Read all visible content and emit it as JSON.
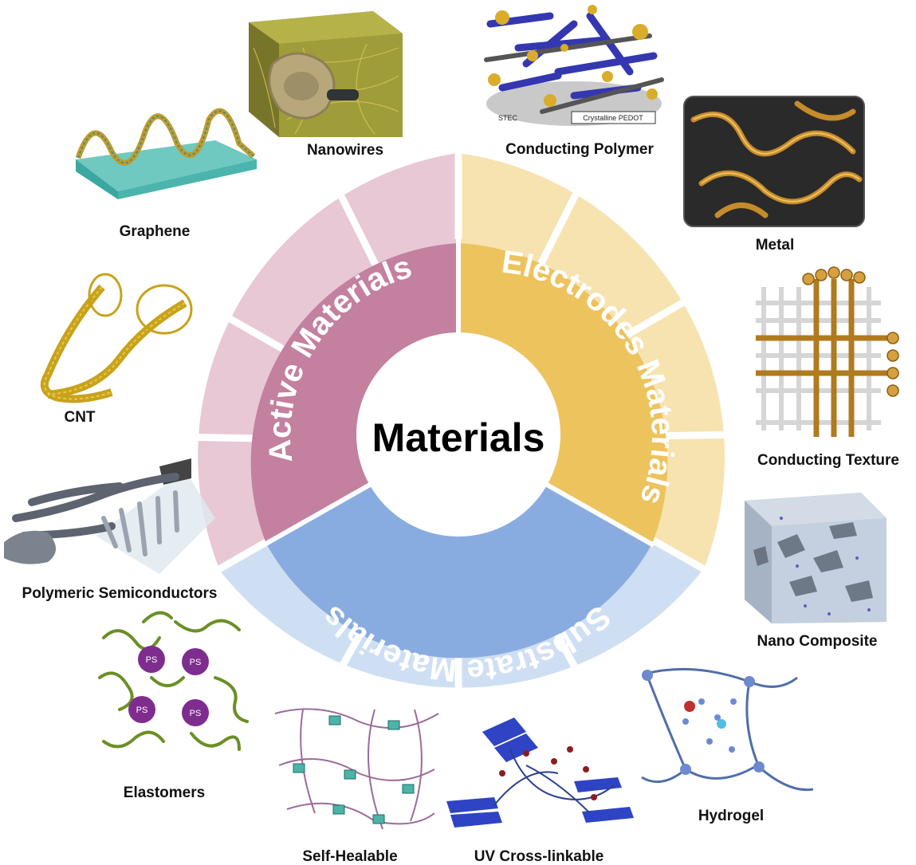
{
  "center_label": "Materials",
  "sectors": {
    "active": {
      "label": "Active Materials",
      "color": "#c4809f",
      "outer_color": "#e8c8d4"
    },
    "electrodes": {
      "label": "Electrodes Materials",
      "color": "#edc35e",
      "outer_color": "#f6e3b0"
    },
    "substrate": {
      "label": "Substrate Materials",
      "color": "#89ace0",
      "outer_color": "#cfdff3"
    }
  },
  "items": {
    "nanowires": "Nanowires",
    "conducting_polymer": "Conducting Polymer",
    "stec": "STEC",
    "crystalline_pedot": "Crystalline PEDOT",
    "graphene": "Graphene",
    "metal": "Metal",
    "cnt": "CNT",
    "conducting_texture": "Conducting Texture",
    "polymeric_semiconductors": "Polymeric Semiconductors",
    "nano_composite": "Nano Composite",
    "elastomers": "Elastomers",
    "ps": "PS",
    "hydrogel": "Hydrogel",
    "self_healable": "Self-Healable",
    "uv_cross_linkable": "UV Cross-linkable"
  }
}
